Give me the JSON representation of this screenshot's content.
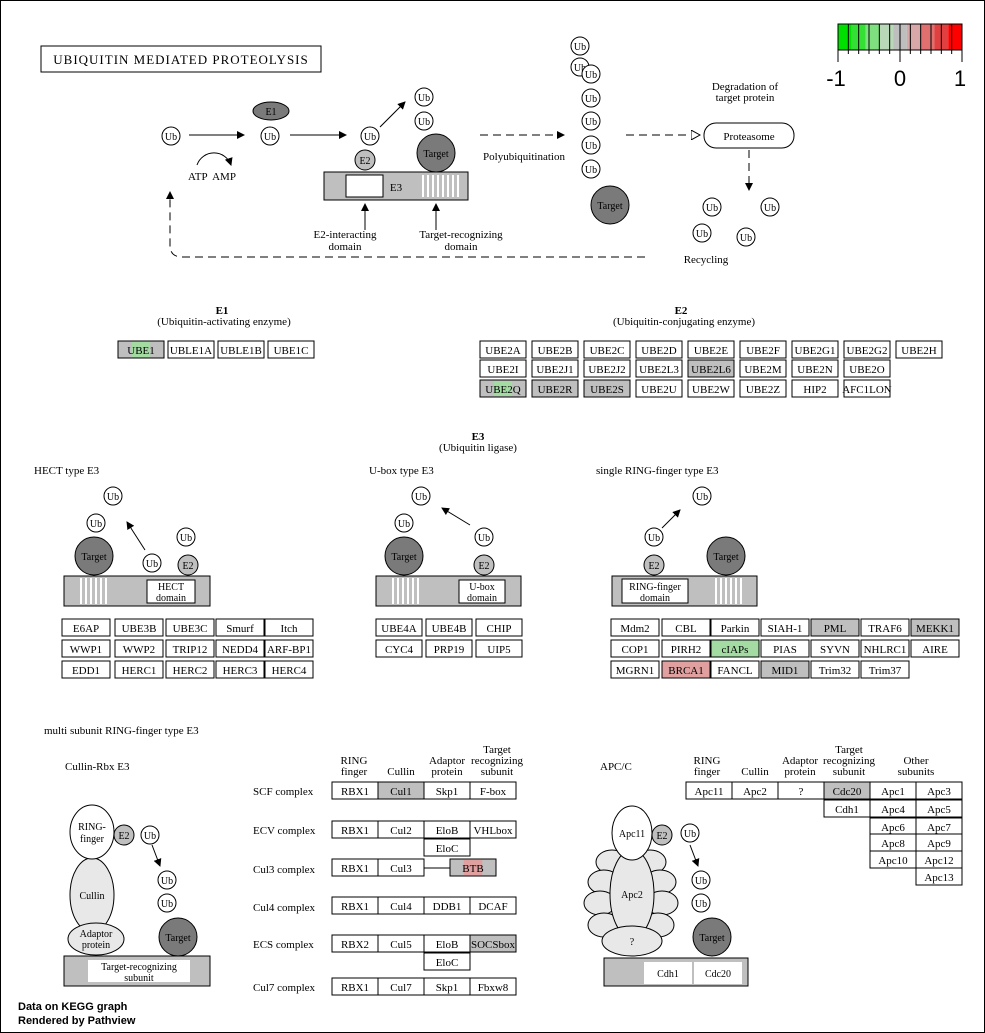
{
  "title": "UBIQUITIN MEDIATED PROTEOLYSIS",
  "legend": {
    "min": "-1",
    "mid": "0",
    "max": "1",
    "colors": [
      "#00e000",
      "#35e035",
      "#7ee07e",
      "#b8d8b8",
      "#bebebe",
      "#d8a8a8",
      "#e07070",
      "#e04040",
      "#ff0000"
    ]
  },
  "colors": {
    "gray": "#bfbfbf",
    "dark": "#7a7a7a",
    "green": "#a3dba3",
    "redish": "#e0a0a0",
    "white": "#ffffff"
  },
  "top": {
    "ub": "Ub",
    "e1": "E1",
    "e2": "E2",
    "e3": "E3",
    "target": "Target",
    "atp_amp": "ATP  AMP",
    "polyubiquitination": "Polyubiquitination",
    "degradation": [
      "Degradation of",
      "target protein"
    ],
    "proteasome": "Proteasome",
    "recycling": "Recycling",
    "e2_domain": [
      "E2-interacting",
      "domain"
    ],
    "target_domain": [
      "Target-recognizing",
      "domain"
    ]
  },
  "e1_section": {
    "title": "E1",
    "subtitle": "(Ubiquitin-activating enzyme)"
  },
  "e2_section": {
    "title": "E2",
    "subtitle": "(Ubiquitin-conjugating enzyme)"
  },
  "e3_section": {
    "title": "E3",
    "subtitle": "(Ubiquitin ligase)"
  },
  "hect": {
    "title": "HECT type E3",
    "domain": [
      "HECT",
      "domain"
    ]
  },
  "ubox": {
    "title": "U-box type E3",
    "domain": [
      "U-box",
      "domain"
    ]
  },
  "ring": {
    "title": "single RING-finger type E3",
    "domain": [
      "RING-finger",
      "domain"
    ]
  },
  "multi": {
    "title": "multi subunit RING-finger type E3",
    "cullin_rbx": "Cullin-Rbx E3",
    "apc": "APC/C",
    "headers": [
      [
        "RING",
        "finger"
      ],
      [
        "Cullin"
      ],
      [
        "Adaptor",
        "protein"
      ],
      [
        "Target",
        "recognizing",
        "subunit"
      ]
    ],
    "apc_headers": [
      [
        "RING",
        "finger"
      ],
      [
        "Cullin"
      ],
      [
        "Adaptor",
        "protein"
      ],
      [
        "Target",
        "recognizing",
        "subunit"
      ],
      [
        "Other",
        "subunits"
      ]
    ],
    "complexes": [
      "SCF complex",
      "ECV complex",
      "Cul3 complex",
      "Cul4 complex",
      "ECS complex",
      "Cul7 complex"
    ],
    "ring_finger": [
      "RING-",
      "finger"
    ],
    "cullin": "Cullin",
    "adaptor": [
      "Adaptor",
      "protein"
    ],
    "target_sub": "Target-recognizing",
    "subunit": "subunit",
    "apc11": "Apc11",
    "apc2": "Apc2",
    "q": "?",
    "cdh1": "Cdh1",
    "cdc20": "Cdc20"
  },
  "footer": {
    "line1": "Data on KEGG graph",
    "line2": "Rendered by Pathview"
  },
  "genes": [
    {
      "t": "UBE1",
      "c": "gray",
      "g": true
    },
    {
      "t": "UBLE1A"
    },
    {
      "t": "UBLE1B"
    },
    {
      "t": "UBE1C"
    },
    {
      "t": "UBE2A"
    },
    {
      "t": "UBE2B"
    },
    {
      "t": "UBE2C"
    },
    {
      "t": "UBE2D"
    },
    {
      "t": "UBE2E"
    },
    {
      "t": "UBE2F"
    },
    {
      "t": "UBE2G1"
    },
    {
      "t": "UBE2G2"
    },
    {
      "t": "UBE2H"
    },
    {
      "t": "UBE2I"
    },
    {
      "t": "UBE2J1"
    },
    {
      "t": "UBE2J2"
    },
    {
      "t": "UBE2L3"
    },
    {
      "t": "UBE2L6",
      "c": "gray"
    },
    {
      "t": "UBE2M"
    },
    {
      "t": "UBE2N"
    },
    {
      "t": "UBE2O"
    },
    {
      "t": "UBE2Q",
      "c": "gray",
      "g": true
    },
    {
      "t": "UBE2R",
      "c": "gray"
    },
    {
      "t": "UBE2S",
      "c": "gray"
    },
    {
      "t": "UBE2U"
    },
    {
      "t": "UBE2W"
    },
    {
      "t": "UBE2Z"
    },
    {
      "t": "HIP2"
    },
    {
      "t": "AFC1LON"
    },
    {
      "t": "E6AP"
    },
    {
      "t": "UBE3B"
    },
    {
      "t": "UBE3C"
    },
    {
      "t": "Smurf"
    },
    {
      "t": "Itch"
    },
    {
      "t": "WWP1"
    },
    {
      "t": "WWP2"
    },
    {
      "t": "TRIP12"
    },
    {
      "t": "NEDD4"
    },
    {
      "t": "ARF-BP1"
    },
    {
      "t": "EDD1"
    },
    {
      "t": "HERC1"
    },
    {
      "t": "HERC2"
    },
    {
      "t": "HERC3"
    },
    {
      "t": "HERC4"
    },
    {
      "t": "UBE4A"
    },
    {
      "t": "UBE4B"
    },
    {
      "t": "CHIP"
    },
    {
      "t": "CYC4"
    },
    {
      "t": "PRP19"
    },
    {
      "t": "UIP5"
    },
    {
      "t": "Mdm2"
    },
    {
      "t": "CBL"
    },
    {
      "t": "Parkin"
    },
    {
      "t": "SIAH-1"
    },
    {
      "t": "PML",
      "c": "gray"
    },
    {
      "t": "TRAF6"
    },
    {
      "t": "MEKK1",
      "c": "gray"
    },
    {
      "t": "COP1"
    },
    {
      "t": "PIRH2"
    },
    {
      "t": "cIAPs",
      "c": "green"
    },
    {
      "t": "PIAS"
    },
    {
      "t": "SYVN"
    },
    {
      "t": "NHLRC1"
    },
    {
      "t": "AIRE"
    },
    {
      "t": "MGRN1"
    },
    {
      "t": "BRCA1",
      "c": "red"
    },
    {
      "t": "FANCL"
    },
    {
      "t": "MID1",
      "c": "gray"
    },
    {
      "t": "Trim32"
    },
    {
      "t": "Trim37"
    },
    {
      "t": "RBX1"
    },
    {
      "t": "Cul1",
      "c": "gray"
    },
    {
      "t": "Skp1"
    },
    {
      "t": "F-box"
    },
    {
      "t": "RBX1"
    },
    {
      "t": "Cul2"
    },
    {
      "t": "EloB"
    },
    {
      "t": "VHLbox"
    },
    {
      "t": "EloC"
    },
    {
      "t": "RBX1"
    },
    {
      "t": "Cul3"
    },
    {
      "t": "BTB",
      "c": "gray",
      "r": true
    },
    {
      "t": "RBX1"
    },
    {
      "t": "Cul4"
    },
    {
      "t": "DDB1"
    },
    {
      "t": "DCAF"
    },
    {
      "t": "RBX2"
    },
    {
      "t": "Cul5"
    },
    {
      "t": "EloB"
    },
    {
      "t": "SOCSbox",
      "c": "gray"
    },
    {
      "t": "EloC"
    },
    {
      "t": "RBX1"
    },
    {
      "t": "Cul7"
    },
    {
      "t": "Skp1"
    },
    {
      "t": "Fbxw8"
    },
    {
      "t": "Apc11"
    },
    {
      "t": "Apc2"
    },
    {
      "t": "?"
    },
    {
      "t": "Cdc20",
      "c": "gray"
    },
    {
      "t": "Apc1"
    },
    {
      "t": "Apc3"
    },
    {
      "t": "Cdh1"
    },
    {
      "t": "Apc4"
    },
    {
      "t": "Apc5"
    },
    {
      "t": "Apc6"
    },
    {
      "t": "Apc7"
    },
    {
      "t": "Apc8"
    },
    {
      "t": "Apc9"
    },
    {
      "t": "Apc10"
    },
    {
      "t": "Apc12"
    },
    {
      "t": "Apc13"
    }
  ]
}
